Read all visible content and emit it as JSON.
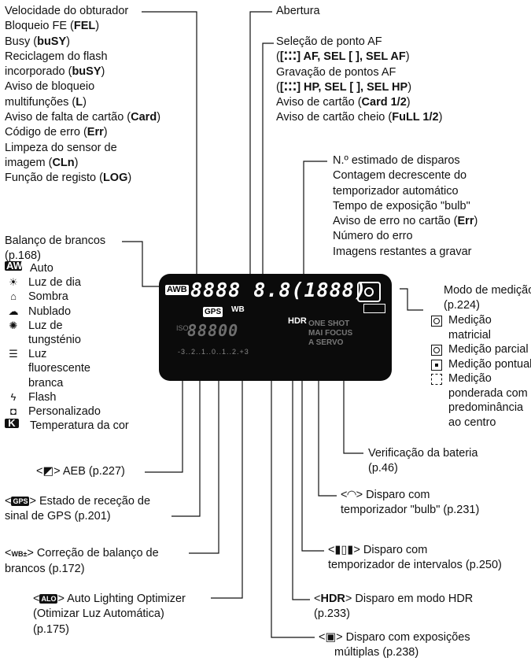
{
  "left_top": {
    "lines": [
      {
        "text": "Velocidade do obturador",
        "bold": ""
      },
      {
        "text": "Bloqueio FE (",
        "bold": "FEL",
        "after": ")"
      },
      {
        "text": "Busy (",
        "bold": "buSY",
        "after": ")"
      },
      {
        "text": "Reciclagem do flash",
        "bold": ""
      },
      {
        "text": "incorporado (",
        "bold": "buSY",
        "after": ")"
      },
      {
        "text": "Aviso de bloqueio",
        "bold": ""
      },
      {
        "text": "multifunções (",
        "bold": "L",
        "after": ")"
      },
      {
        "text": "Aviso de falta de cartão (",
        "bold": "Card",
        "after": ")"
      },
      {
        "text": "Código de erro (",
        "bold": "Err",
        "after": ")"
      },
      {
        "text": "Limpeza do sensor de",
        "bold": ""
      },
      {
        "text": "imagem (",
        "bold": "CLn",
        "after": ")"
      },
      {
        "text": "Função de registo (",
        "bold": "LOG",
        "after": ")"
      }
    ]
  },
  "aperture": {
    "text": "Abertura"
  },
  "af": {
    "lines": [
      {
        "text": "Seleção de ponto AF",
        "bold": ""
      },
      {
        "text": "(",
        "bold": "[⁚⁚⁚] AF, SEL [ ], SEL AF",
        "after": ")"
      },
      {
        "text": "Gravação de pontos AF",
        "bold": ""
      },
      {
        "text": "(",
        "bold": "[⁚⁚⁚] HP, SEL [ ], SEL HP",
        "after": ")"
      },
      {
        "text": "Aviso de cartão (",
        "bold": "Card 1/2",
        "after": ")"
      },
      {
        "text": "Aviso de cartão cheio (",
        "bold": "FuLL 1/2",
        "after": ")"
      }
    ]
  },
  "shots": {
    "lines": [
      {
        "text": "N.º estimado de disparos",
        "bold": ""
      },
      {
        "text": "Contagem decrescente do",
        "bold": ""
      },
      {
        "text": "temporizador automático",
        "bold": ""
      },
      {
        "text": "Tempo de exposição \"bulb\"",
        "bold": ""
      },
      {
        "text": "Aviso de erro no cartão (",
        "bold": "Err",
        "after": ")"
      },
      {
        "text": "Número do erro",
        "bold": ""
      },
      {
        "text": "Imagens restantes a gravar",
        "bold": ""
      }
    ]
  },
  "wb": {
    "title": "Balanço de brancos",
    "page": "(p.168)",
    "items": [
      {
        "icon": "AWB",
        "label": "Auto"
      },
      {
        "icon": "☀",
        "label": "Luz de dia"
      },
      {
        "icon": "⌂",
        "label": "Sombra"
      },
      {
        "icon": "☁",
        "label": "Nublado"
      },
      {
        "icon": "✺",
        "label": "Luz de tungsténio"
      },
      {
        "icon": "☰",
        "label": "Luz fluorescente branca"
      },
      {
        "icon": "ϟ",
        "label": "Flash"
      },
      {
        "icon": "◘",
        "label": "Personalizado"
      },
      {
        "icon": "K",
        "label": "Temperatura da cor"
      }
    ]
  },
  "metering": {
    "title": "Modo de medição",
    "page": "(p.224)",
    "items": [
      {
        "label": "Medição matricial"
      },
      {
        "label": "Medição parcial"
      },
      {
        "label": "Medição pontual"
      },
      {
        "label": "Medição ponderada com predominância ao centro"
      }
    ]
  },
  "battery": {
    "line1": "Verificação da bateria",
    "line2": "(p.46)"
  },
  "aeb": {
    "icon": "◩",
    "text": "> AEB (p.227)"
  },
  "gps": {
    "icon": "GPS",
    "line1": "> Estado de receção de",
    "line2": "sinal de GPS (p.201)"
  },
  "wbcorr": {
    "icon": "WB±",
    "line1": "> Correção de balanço de",
    "line2": "brancos (p.172)"
  },
  "alo": {
    "icon": "ALO",
    "line1": "> Auto Lighting Optimizer",
    "line2": "(Otimizar Luz Automática)",
    "line3": "(p.175)"
  },
  "bulb": {
    "icon": "◠",
    "line1": "> Disparo com",
    "line2": "temporizador \"bulb\" (p.231)"
  },
  "interval": {
    "icon": "▮▯▮",
    "line1": "> Disparo com",
    "line2": "temporizador de intervalos (p.250)"
  },
  "hdr": {
    "icon": "HDR",
    "line1": "> Disparo em modo HDR",
    "line2": "(p.233)"
  },
  "multi": {
    "icon": "▣",
    "line1": "> Disparo com exposições",
    "line2": "múltiplas (p.238)"
  },
  "lcd": {
    "seg_main": "8888 8.8(1888)",
    "awb": "AWB",
    "gps": "GPS",
    "wb": "WB",
    "hdr": "HDR",
    "oneshot": "ONE SHOT",
    "aifocus": "MAI FOCUS",
    "aiservo": "A SERVO",
    "iso": "ISO",
    "seg_iso": "88800",
    "scale": "-3..2..1..0..1..2.+3"
  }
}
